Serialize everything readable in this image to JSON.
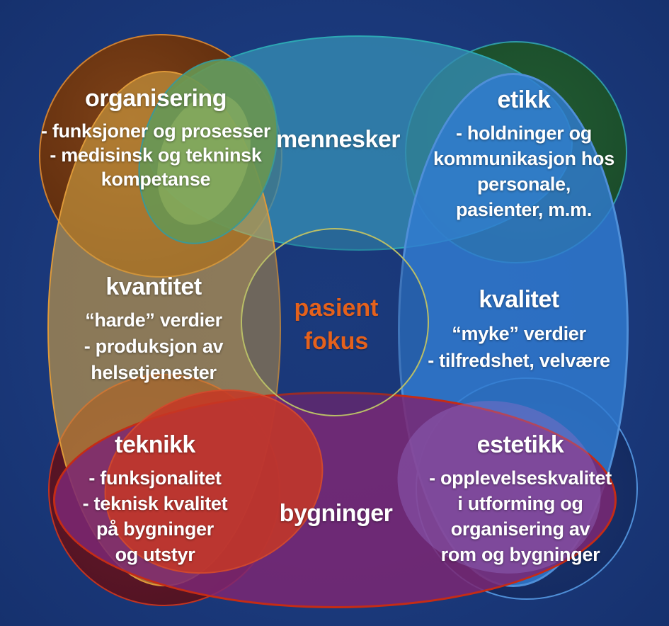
{
  "diagram": {
    "title": "pasient fokus diagram",
    "type": "venn-flower",
    "colors": {
      "background": "#1b3a7d",
      "title_text": "#ffffff",
      "pasient_text": "#e4611c",
      "mennesker_fill": "#348bb1",
      "kvantitet_fill": "#8c7958",
      "kvalitet_fill": "#2d6fc2",
      "bygninger_fill": "#6d2a74",
      "organisering_fill": "#6d9a58",
      "teknikk_fill": "#bf3b2b",
      "etikk_circle": "#1c4f2c",
      "organisering_circle": "#64300f",
      "teknikk_circle": "#541424",
      "estetikk_circle": "#152c63",
      "center_ring": "#b9be67",
      "bygninger_stroke": "#c52c15",
      "kvalitet_stroke": "#4f8fd8",
      "kvantitet_stroke": "#df9a39",
      "mennesker_stroke": "#2ca8b4"
    },
    "regions": {
      "organisering": {
        "title": "organisering",
        "lines": [
          "- funksjoner og prosesser",
          "- medisinsk og tekninsk",
          "kompetanse"
        ]
      },
      "mennesker": {
        "title": "mennesker"
      },
      "etikk": {
        "title": "etikk",
        "lines": [
          "- holdninger og",
          "kommunikasjon hos",
          "personale,",
          "pasienter, m.m."
        ]
      },
      "kvantitet": {
        "title": "kvantitet",
        "lines": [
          "“harde” verdier",
          "- produksjon av",
          "helsetjenester"
        ]
      },
      "pasient_fokus": {
        "line1": "pasient",
        "line2": "fokus"
      },
      "kvalitet": {
        "title": "kvalitet",
        "lines": [
          "“myke” verdier",
          "- tilfredshet, velvære"
        ]
      },
      "teknikk": {
        "title": "teknikk",
        "lines": [
          "- funksjonalitet",
          "- teknisk kvalitet",
          "på bygninger",
          "og utstyr"
        ]
      },
      "bygninger": {
        "title": "bygninger"
      },
      "estetikk": {
        "title": "estetikk",
        "lines": [
          "- opplevelseskvalitet",
          "i utforming og",
          "organisering av",
          "rom og bygninger"
        ]
      }
    }
  }
}
